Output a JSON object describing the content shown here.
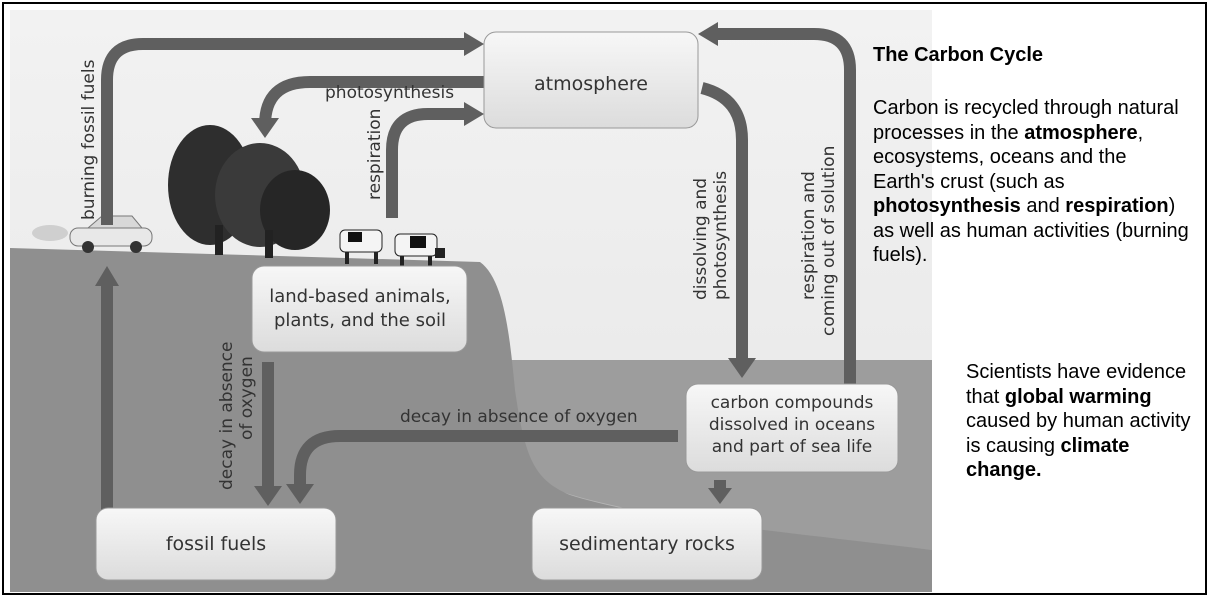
{
  "diagram": {
    "boxes": {
      "atmosphere": "atmosphere",
      "land_line1": "land-based animals,",
      "land_line2": "plants, and the soil",
      "ocean_line1": "carbon compounds",
      "ocean_line2": "dissolved in oceans",
      "ocean_line3": "and part of sea life",
      "fossil": "fossil fuels",
      "sedimentary": "sedimentary rocks"
    },
    "arrows": {
      "burning": "burning fossil fuels",
      "photosynthesis": "photosynthesis",
      "respiration": "respiration",
      "dissolving_line1": "dissolving and",
      "dissolving_line2": "photosynthesis",
      "resp_solution_line1": "respiration and",
      "resp_solution_line2": "coming out of solution",
      "decay_horizontal": "decay in absence of oxygen",
      "decay_vertical_line1": "decay in absence",
      "decay_vertical_line2": "of oxygen"
    }
  },
  "sidebar": {
    "title": "The Carbon Cycle",
    "p1": [
      {
        "t": "Carbon is recycled through natural processes in the "
      },
      {
        "t": "atmosphere",
        "b": true
      },
      {
        "t": ", ecosystems, oceans and the Earth's crust (such as "
      },
      {
        "t": "photosynthesis",
        "b": true
      },
      {
        "t": " and "
      },
      {
        "t": "respiration",
        "b": true
      },
      {
        "t": ") as well as human activities (burning fuels)."
      }
    ],
    "p2": [
      {
        "t": "Scientists have evidence that "
      },
      {
        "t": "global warming",
        "b": true
      },
      {
        "t": " caused by human activity is causing "
      },
      {
        "t": "climate change.",
        "b": true
      }
    ]
  }
}
